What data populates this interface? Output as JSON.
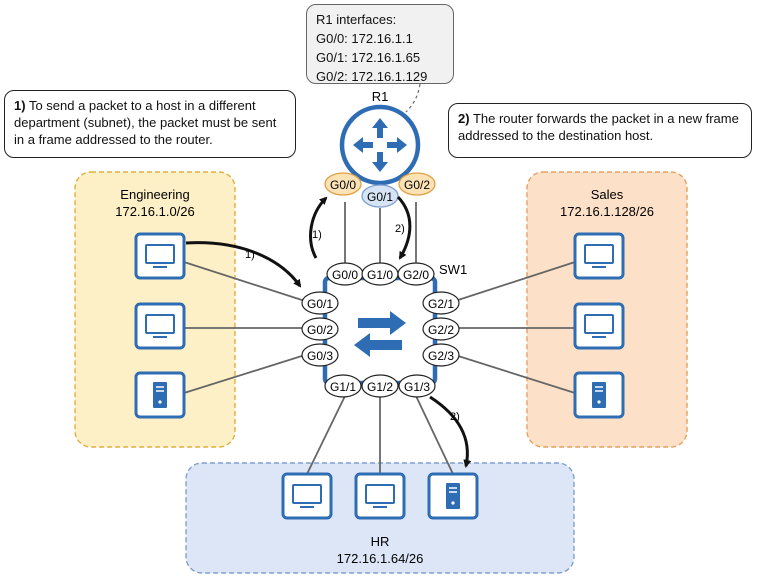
{
  "router": {
    "name": "R1",
    "interfaces_title": "R1 interfaces:",
    "interfaces": [
      "G0/0: 172.16.1.1",
      "G0/1: 172.16.1.65",
      "G0/2: 172.16.1.129"
    ],
    "ports": {
      "g00": "G0/0",
      "g01": "G0/1",
      "g02": "G0/2"
    }
  },
  "switch": {
    "name": "SW1",
    "ports": {
      "g10": "G1/0",
      "g01": "G0/0",
      "g20": "G2/0",
      "g0_1": "G0/1",
      "g0_2": "G0/2",
      "g0_3": "G0/3",
      "g2_1": "G2/1",
      "g2_2": "G2/2",
      "g2_3": "G2/3",
      "g1_1": "G1/1",
      "g1_2": "G1/2",
      "g1_3": "G1/3"
    }
  },
  "callouts": {
    "left": {
      "num": "1)",
      "text": " To send a packet to a host in a different department (subnet), the packet must be sent in a frame addressed to the router."
    },
    "right": {
      "num": "2)",
      "text": " The router forwards the packet in a new frame addressed to the destination host."
    }
  },
  "zones": {
    "engineering": {
      "name": "Engineering",
      "subnet": "172.16.1.0/26"
    },
    "sales": {
      "name": "Sales",
      "subnet": "172.16.1.128/26"
    },
    "hr": {
      "name": "HR",
      "subnet": "172.16.1.64/26"
    }
  },
  "arrows": {
    "step1": "1)",
    "step2": "2)"
  },
  "colors": {
    "engineering_fill": "#fdefc6",
    "engineering_border": "#e0b040",
    "sales_fill": "#fde0c8",
    "sales_border": "#e6a060",
    "hr_fill": "#dce6f6",
    "hr_border": "#7f9fcf",
    "device_blue": "#2e6db4",
    "port_orange": "#fbe2b4",
    "port_blue": "#d6e4f6"
  }
}
